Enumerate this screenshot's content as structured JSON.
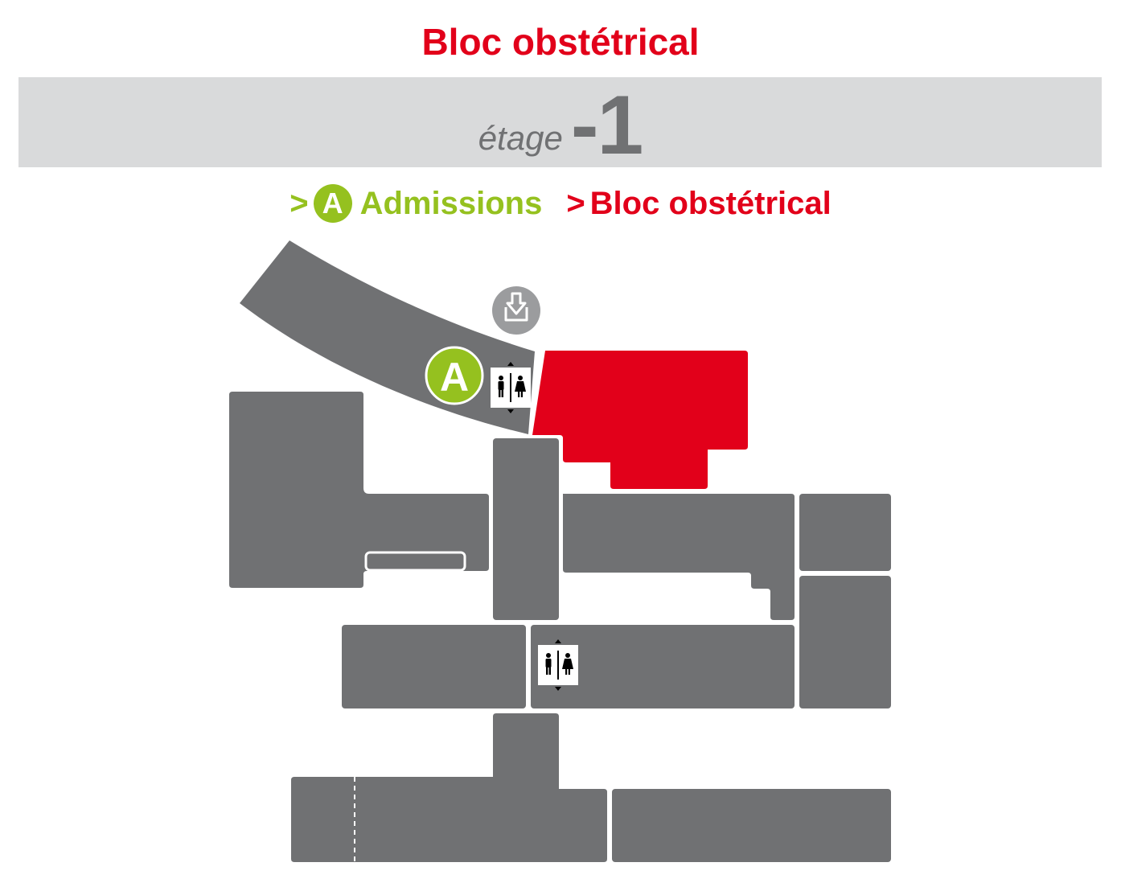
{
  "header": {
    "title": "Bloc obstétrical"
  },
  "floor": {
    "word": "étage",
    "number": "-1"
  },
  "route": {
    "separator": ">",
    "admissions": {
      "badge": "A",
      "label": "Admissions"
    },
    "destination": "Bloc obstétrical"
  },
  "map_markers": {
    "admissions_badge": "A"
  },
  "colors": {
    "accent_red": "#e2001a",
    "accent_green": "#95c11f",
    "building_gray": "#707173",
    "band_gray": "#d9dadb",
    "icon_gray": "#9b9c9e"
  },
  "icons": [
    "entrance-icon",
    "admissions-marker-icon",
    "elevator-restroom-icon"
  ]
}
